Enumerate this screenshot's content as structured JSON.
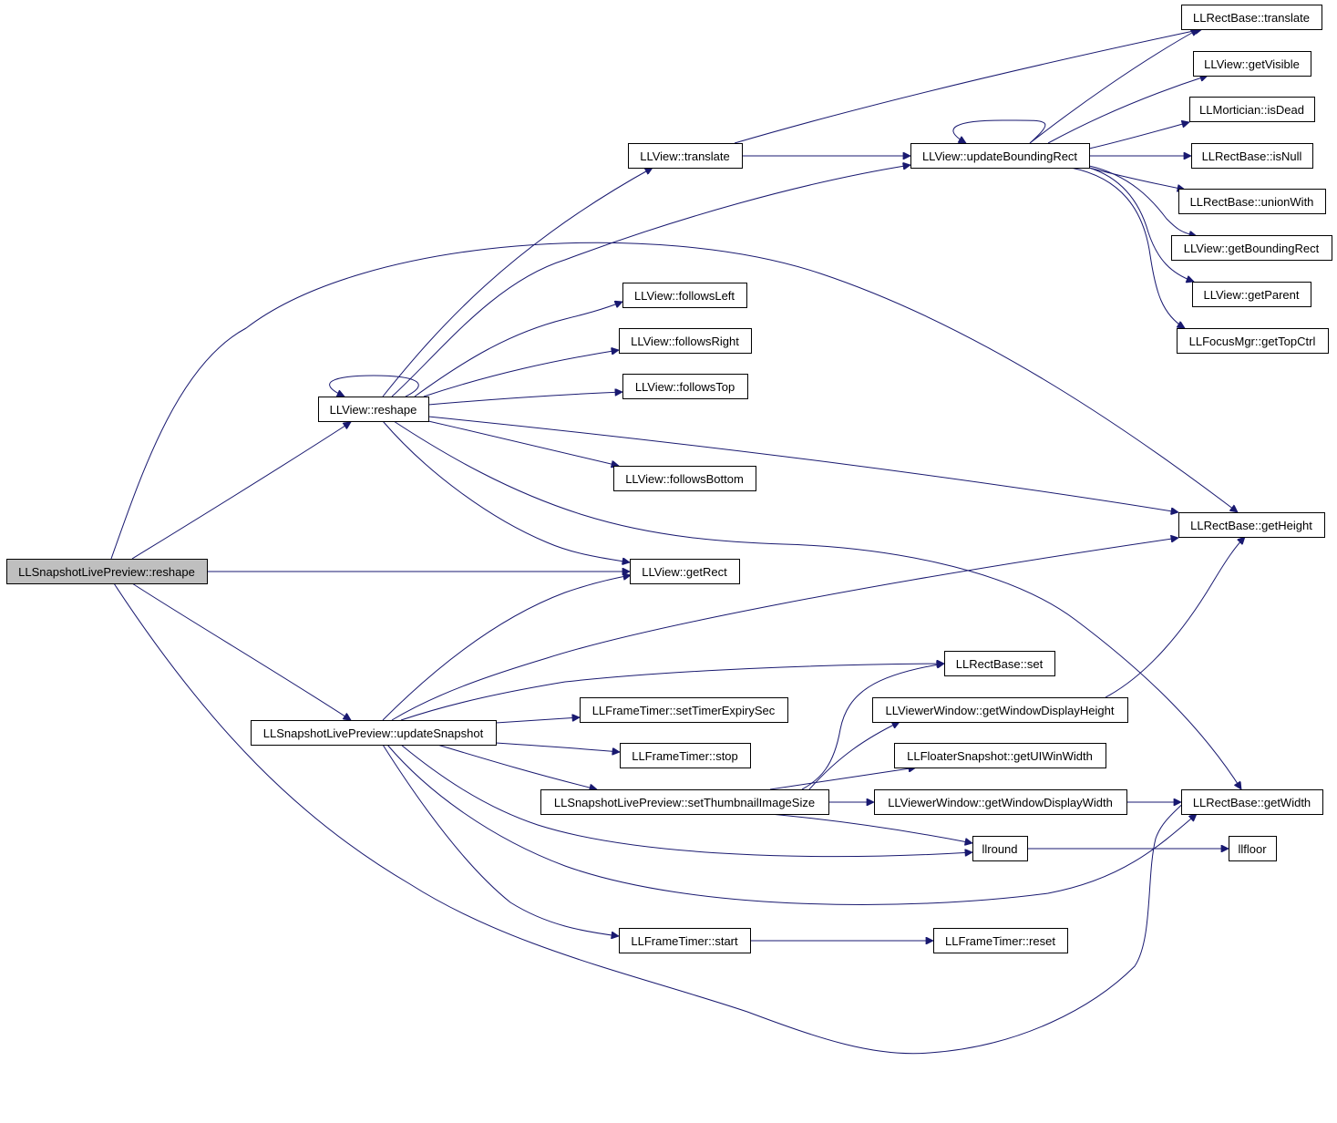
{
  "graph": {
    "colors": {
      "edge": "#191970",
      "node_border": "#000000",
      "node_fill": "#ffffff",
      "root_fill": "#bfbfbf"
    },
    "nodes": [
      {
        "id": "n_root",
        "label": "LLSnapshotLivePreview::reshape",
        "root": true
      },
      {
        "id": "n_reshape",
        "label": "LLView::reshape"
      },
      {
        "id": "n_update_snapshot",
        "label": "LLSnapshotLivePreview::updateSnapshot"
      },
      {
        "id": "n_translate",
        "label": "LLView::translate"
      },
      {
        "id": "n_update_bounding",
        "label": "LLView::updateBoundingRect"
      },
      {
        "id": "n_rect_translate",
        "label": "LLRectBase::translate"
      },
      {
        "id": "n_get_visible",
        "label": "LLView::getVisible"
      },
      {
        "id": "n_is_dead",
        "label": "LLMortician::isDead"
      },
      {
        "id": "n_is_null",
        "label": "LLRectBase::isNull"
      },
      {
        "id": "n_union_with",
        "label": "LLRectBase::unionWith"
      },
      {
        "id": "n_get_bounding_rect",
        "label": "LLView::getBoundingRect"
      },
      {
        "id": "n_get_parent",
        "label": "LLView::getParent"
      },
      {
        "id": "n_get_top_ctrl",
        "label": "LLFocusMgr::getTopCtrl"
      },
      {
        "id": "n_follows_left",
        "label": "LLView::followsLeft"
      },
      {
        "id": "n_follows_right",
        "label": "LLView::followsRight"
      },
      {
        "id": "n_follows_top",
        "label": "LLView::followsTop"
      },
      {
        "id": "n_follows_bottom",
        "label": "LLView::followsBottom"
      },
      {
        "id": "n_get_height",
        "label": "LLRectBase::getHeight"
      },
      {
        "id": "n_get_rect",
        "label": "LLView::getRect"
      },
      {
        "id": "n_rect_set",
        "label": "LLRectBase::set"
      },
      {
        "id": "n_set_timer_expiry",
        "label": "LLFrameTimer::setTimerExpirySec"
      },
      {
        "id": "n_win_display_height",
        "label": "LLViewerWindow::getWindowDisplayHeight"
      },
      {
        "id": "n_stop",
        "label": "LLFrameTimer::stop"
      },
      {
        "id": "n_ui_win_width",
        "label": "LLFloaterSnapshot::getUIWinWidth"
      },
      {
        "id": "n_set_thumbnail",
        "label": "LLSnapshotLivePreview::setThumbnailImageSize"
      },
      {
        "id": "n_win_display_width",
        "label": "LLViewerWindow::getWindowDisplayWidth"
      },
      {
        "id": "n_get_width",
        "label": "LLRectBase::getWidth"
      },
      {
        "id": "n_llround",
        "label": "llround"
      },
      {
        "id": "n_llfloor",
        "label": "llfloor"
      },
      {
        "id": "n_start",
        "label": "LLFrameTimer::start"
      },
      {
        "id": "n_reset",
        "label": "LLFrameTimer::reset"
      }
    ],
    "edges": [
      {
        "from": "n_root",
        "to": "n_reshape"
      },
      {
        "from": "n_root",
        "to": "n_get_height"
      },
      {
        "from": "n_root",
        "to": "n_get_rect"
      },
      {
        "from": "n_root",
        "to": "n_update_snapshot"
      },
      {
        "from": "n_root",
        "to": "n_get_width"
      },
      {
        "from": "n_reshape",
        "to": "n_reshape"
      },
      {
        "from": "n_reshape",
        "to": "n_translate"
      },
      {
        "from": "n_reshape",
        "to": "n_update_bounding"
      },
      {
        "from": "n_reshape",
        "to": "n_follows_left"
      },
      {
        "from": "n_reshape",
        "to": "n_follows_right"
      },
      {
        "from": "n_reshape",
        "to": "n_follows_top"
      },
      {
        "from": "n_reshape",
        "to": "n_follows_bottom"
      },
      {
        "from": "n_reshape",
        "to": "n_get_height"
      },
      {
        "from": "n_reshape",
        "to": "n_get_rect"
      },
      {
        "from": "n_reshape",
        "to": "n_get_width"
      },
      {
        "from": "n_translate",
        "to": "n_rect_translate"
      },
      {
        "from": "n_translate",
        "to": "n_update_bounding"
      },
      {
        "from": "n_update_bounding",
        "to": "n_update_bounding"
      },
      {
        "from": "n_update_bounding",
        "to": "n_rect_translate"
      },
      {
        "from": "n_update_bounding",
        "to": "n_get_visible"
      },
      {
        "from": "n_update_bounding",
        "to": "n_is_dead"
      },
      {
        "from": "n_update_bounding",
        "to": "n_is_null"
      },
      {
        "from": "n_update_bounding",
        "to": "n_union_with"
      },
      {
        "from": "n_update_bounding",
        "to": "n_get_bounding_rect"
      },
      {
        "from": "n_update_bounding",
        "to": "n_get_parent"
      },
      {
        "from": "n_update_bounding",
        "to": "n_get_top_ctrl"
      },
      {
        "from": "n_update_snapshot",
        "to": "n_get_rect"
      },
      {
        "from": "n_update_snapshot",
        "to": "n_get_height"
      },
      {
        "from": "n_update_snapshot",
        "to": "n_rect_set"
      },
      {
        "from": "n_update_snapshot",
        "to": "n_set_timer_expiry"
      },
      {
        "from": "n_update_snapshot",
        "to": "n_stop"
      },
      {
        "from": "n_update_snapshot",
        "to": "n_set_thumbnail"
      },
      {
        "from": "n_update_snapshot",
        "to": "n_llround"
      },
      {
        "from": "n_update_snapshot",
        "to": "n_get_width"
      },
      {
        "from": "n_update_snapshot",
        "to": "n_start"
      },
      {
        "from": "n_set_thumbnail",
        "to": "n_rect_set"
      },
      {
        "from": "n_set_thumbnail",
        "to": "n_win_display_height"
      },
      {
        "from": "n_set_thumbnail",
        "to": "n_ui_win_width"
      },
      {
        "from": "n_set_thumbnail",
        "to": "n_win_display_width"
      },
      {
        "from": "n_set_thumbnail",
        "to": "n_llround"
      },
      {
        "from": "n_win_display_height",
        "to": "n_get_height"
      },
      {
        "from": "n_win_display_width",
        "to": "n_get_width"
      },
      {
        "from": "n_llround",
        "to": "n_llfloor"
      },
      {
        "from": "n_start",
        "to": "n_reset"
      }
    ]
  }
}
